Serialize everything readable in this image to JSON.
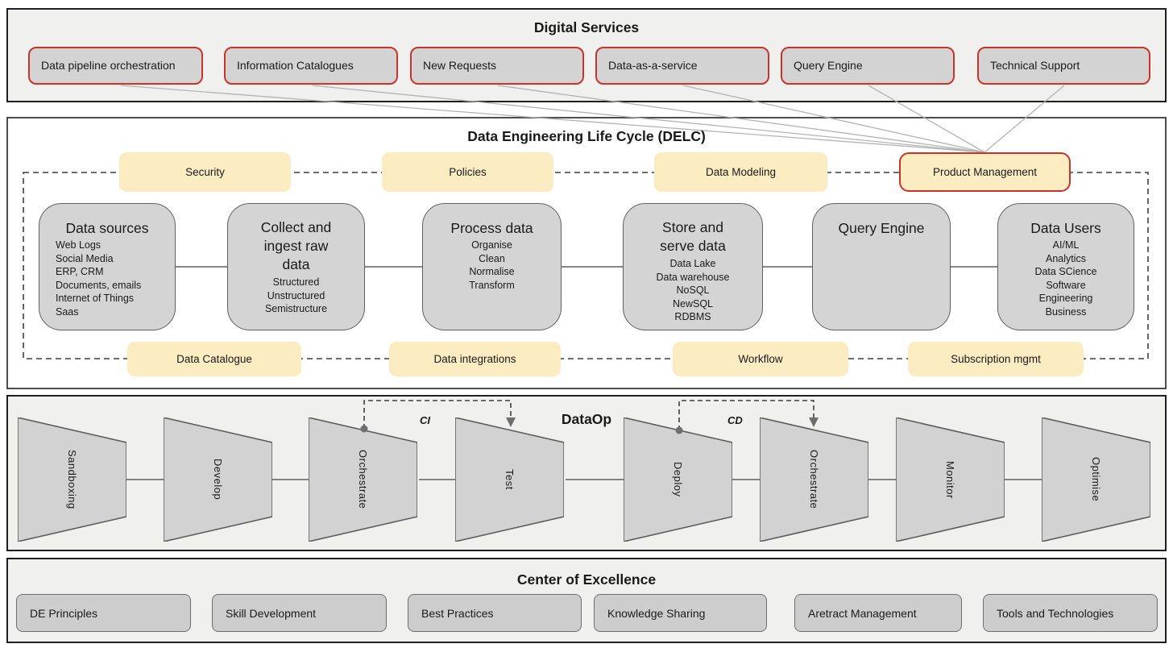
{
  "colors": {
    "accent_red": "#c9342a",
    "badge_yellow": "#fcecc2",
    "box_gray": "#d3d3d3",
    "line_gray": "#b4b4b4"
  },
  "digital_services": {
    "title": "Digital Services",
    "boxes": [
      "Data pipeline orchestration",
      "Information Catalogues",
      "New Requests",
      "Data-as-a-service",
      "Query Engine",
      "Technical Support"
    ]
  },
  "delc": {
    "title": "Data Engineering Life Cycle (DELC)",
    "top_badges": [
      "Security",
      "Policies",
      "Data Modeling",
      "Product Management"
    ],
    "stages": [
      {
        "title": "Data sources",
        "items": [
          "Web Logs",
          "Social Media",
          "ERP, CRM",
          "Documents, emails",
          "Internet of Things",
          "Saas"
        ]
      },
      {
        "title": "Collect and ingest raw data",
        "items": [
          "Structured",
          "Unstructured",
          "Semistructure"
        ]
      },
      {
        "title": "Process data",
        "items": [
          "Organise",
          "Clean",
          "Normalise",
          "Transform"
        ]
      },
      {
        "title": "Store and serve data",
        "items": [
          "Data Lake",
          "Data warehouse",
          "NoSQL",
          "NewSQL",
          "RDBMS"
        ]
      },
      {
        "title": "Query Engine",
        "items": []
      },
      {
        "title": "Data Users",
        "items": [
          "AI/ML",
          "Analytics",
          "Data SCience",
          "Software",
          "Engineering",
          "Business"
        ]
      }
    ],
    "bottom_badges": [
      "Data Catalogue",
      "Data integrations",
      "Workflow",
      "Subscription mgmt"
    ]
  },
  "dataop": {
    "title": "DataOp",
    "ci_label": "CI",
    "cd_label": "CD",
    "stages": [
      "Sandboxing",
      "Develop",
      "Orchestrate",
      "Test",
      "Deploy",
      "Orchestrate",
      "Monitor",
      "Optimise"
    ]
  },
  "coe": {
    "title": "Center of Excellence",
    "boxes": [
      "DE Principles",
      "Skill Development",
      "Best Practices",
      "Knowledge Sharing",
      "Aretract  Management",
      "Tools and Technologies"
    ]
  }
}
